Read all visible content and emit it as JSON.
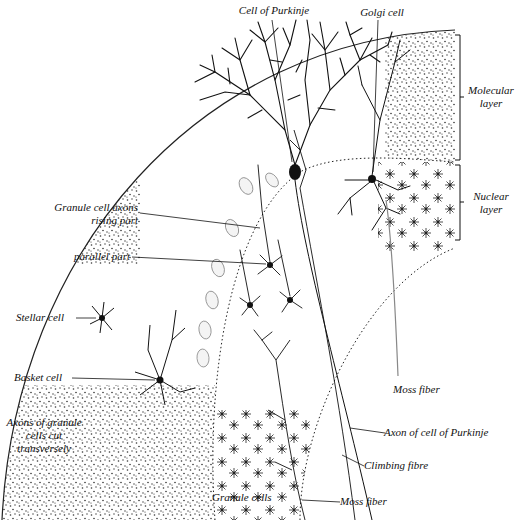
{
  "diagram": {
    "labels": [
      "Cell of Purkinje",
      "Golgi cell",
      "Molecular layer",
      "Nuclear layer",
      "Granule cell axons rising part",
      "parallel part",
      "Stellar cell",
      "Basket cell",
      "Axons of granule cells cut transversely",
      "Moss fiber",
      "Axon of cell of Purkinje",
      "Climbing fibre",
      "Granule cells",
      "Moss fiber"
    ]
  }
}
